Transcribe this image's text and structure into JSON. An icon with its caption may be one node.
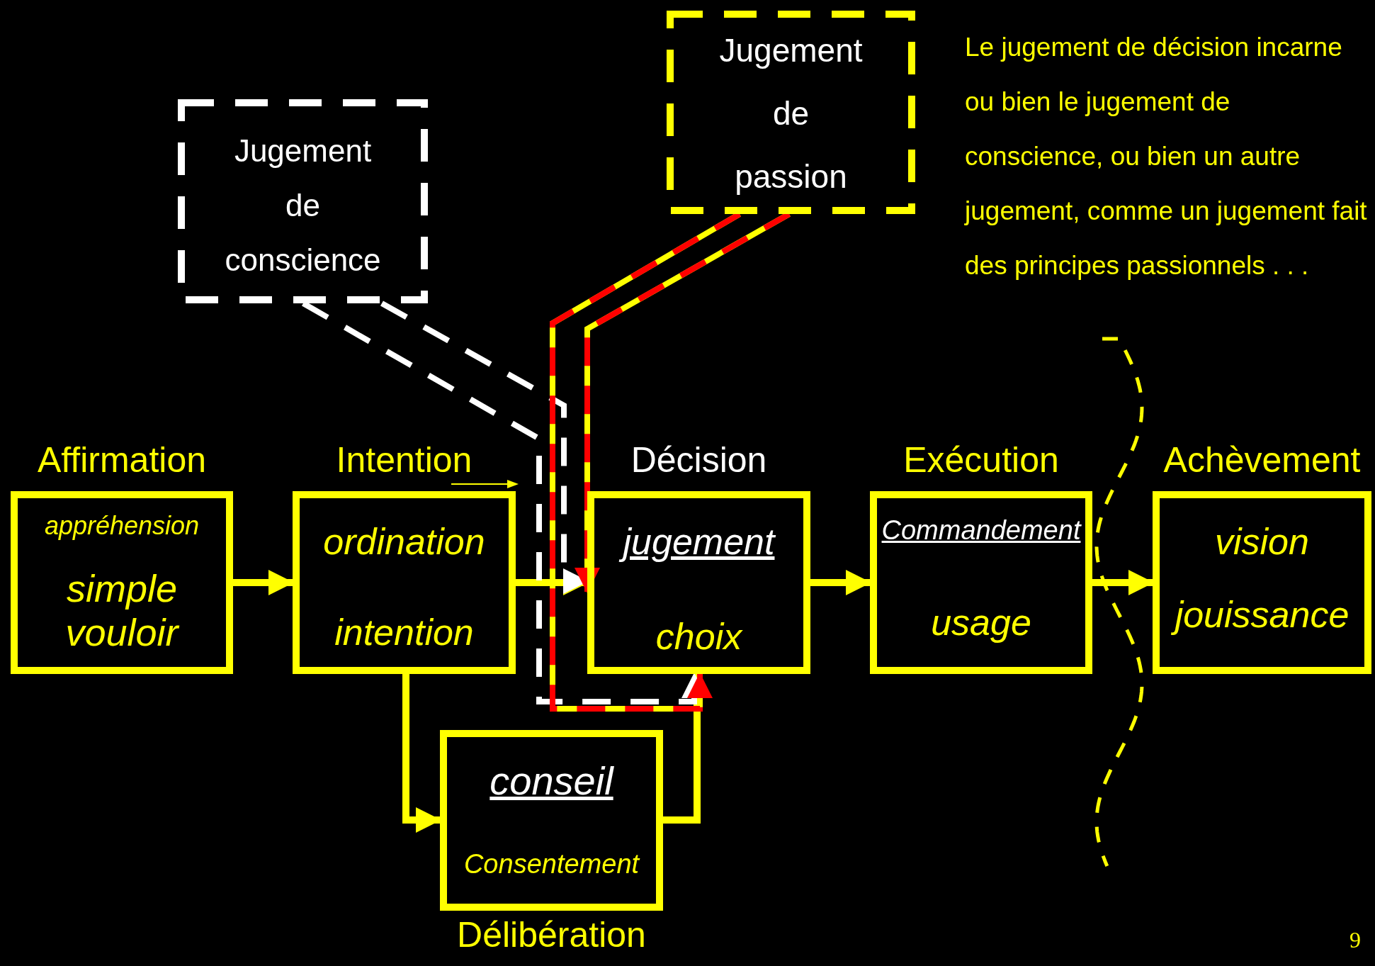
{
  "diagram": {
    "nodes": [
      {
        "text": [
          "Affirmation",
          "appréhension",
          "simple vouloir"
        ]
      },
      {
        "text": [
          "Intention",
          "ordination",
          "intention"
        ]
      },
      {
        "text": [
          "Décision",
          "jugement",
          "choix"
        ]
      },
      {
        "text": [
          "Exécution",
          "Commandement",
          "usage"
        ]
      },
      {
        "text": [
          "Achèvement",
          "vision",
          "jouissance"
        ]
      },
      {
        "text": [
          "conseil",
          "Consentement",
          "Délibération"
        ]
      },
      {
        "text": [
          "Jugement de conscience"
        ]
      },
      {
        "text": [
          "Jugement de passion"
        ]
      }
    ],
    "edges": [
      {
        "from": 0,
        "to": 1,
        "arrow": "to"
      },
      {
        "from": 1,
        "to": 2,
        "arrow": "to"
      },
      {
        "from": 1,
        "to": 5,
        "arrow": "to"
      },
      {
        "from": 5,
        "to": 2,
        "arrow": "to"
      },
      {
        "from": 2,
        "to": 3,
        "arrow": "to"
      },
      {
        "from": 3,
        "to": 4,
        "arrow": "to"
      },
      {
        "from": 6,
        "to": 2,
        "arrow": "to",
        "style": "dashed",
        "color": "#ffffff"
      },
      {
        "from": 6,
        "to": 2,
        "arrow": "to",
        "style": "dashed",
        "color": "#ffffff"
      },
      {
        "from": 7,
        "to": 2,
        "arrow": "to",
        "style": "dashed",
        "color": "#ff0000"
      },
      {
        "from": 7,
        "to": 2,
        "arrow": "to",
        "style": "dashed",
        "color": "#ff0000"
      }
    ],
    "labels": [
      "Le jugement de décision incarne ou bien le jugement de conscience, ou bien un autre jugement, comme un jugement fait des principes passionnels . . .",
      "9"
    ]
  }
}
